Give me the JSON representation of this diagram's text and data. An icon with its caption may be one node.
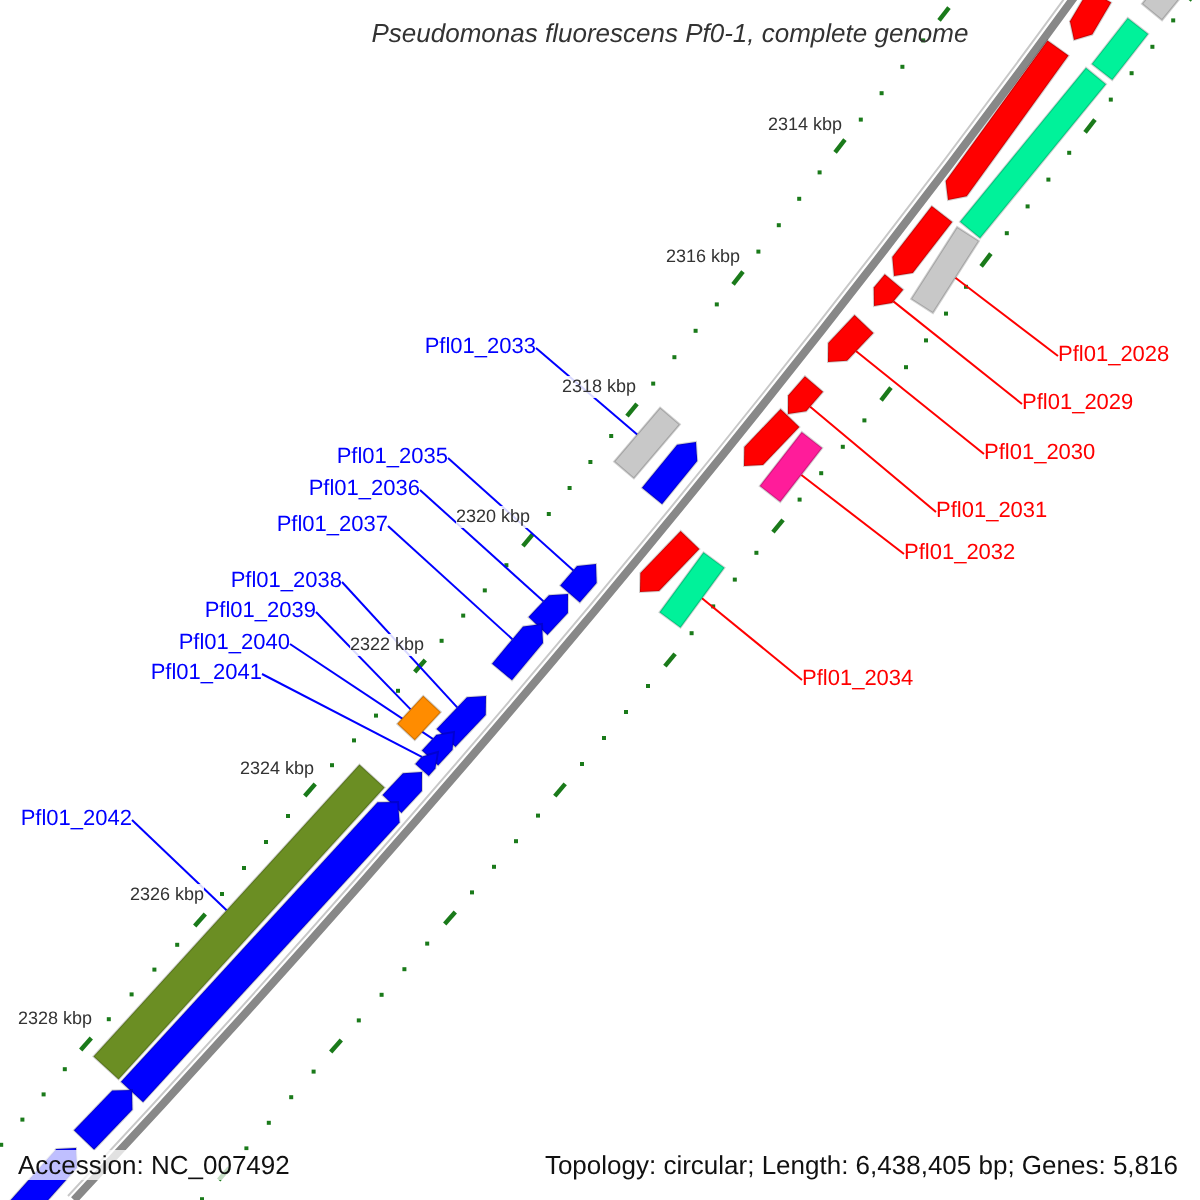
{
  "diagram": {
    "title": "Pseudomonas fluorescens Pf0-1, complete genome",
    "nodes": [
      {
        "text": [
          "Pfl01_2033"
        ]
      },
      {
        "text": [
          "Pfl01_2028"
        ]
      },
      {
        "text": [
          "Pfl01_2029"
        ]
      },
      {
        "text": [
          "Pfl01_2030"
        ]
      },
      {
        "text": [
          "Pfl01_2035"
        ]
      },
      {
        "text": [
          "Pfl01_2036"
        ]
      },
      {
        "text": [
          "Pfl01_2031"
        ]
      },
      {
        "text": [
          "Pfl01_2037"
        ]
      },
      {
        "text": [
          "Pfl01_2032"
        ]
      },
      {
        "text": [
          "Pfl01_2038"
        ]
      },
      {
        "text": [
          "Pfl01_2039"
        ]
      },
      {
        "text": [
          "Pfl01_2040"
        ]
      },
      {
        "text": [
          "Pfl01_2041"
        ]
      },
      {
        "text": [
          "Pfl01_2034"
        ]
      },
      {
        "text": [
          "Pfl01_2042"
        ]
      },
      {
        "text": [],
        "shape": "box"
      },
      {
        "text": [],
        "shape": "arrow"
      },
      {
        "text": [],
        "shape": "box"
      },
      {
        "text": [],
        "shape": "arrow"
      },
      {
        "text": [],
        "shape": "box"
      },
      {
        "text": [],
        "shape": "arrow"
      },
      {
        "text": [],
        "shape": "box"
      },
      {
        "text": [],
        "shape": "arrow"
      },
      {
        "text": [],
        "shape": "arrow"
      },
      {
        "text": [],
        "shape": "arrow"
      },
      {
        "text": [],
        "shape": "box"
      },
      {
        "text": [],
        "shape": "arrow"
      },
      {
        "text": [],
        "shape": "arrow"
      },
      {
        "text": [],
        "shape": "box"
      },
      {
        "text": [],
        "shape": "arrow"
      },
      {
        "text": [],
        "shape": "box"
      },
      {
        "text": [],
        "shape": "arrow"
      },
      {
        "text": [],
        "shape": "arrow"
      },
      {
        "text": [],
        "shape": "arrow"
      },
      {
        "text": [],
        "shape": "arrow"
      },
      {
        "text": [],
        "shape": "box"
      },
      {
        "text": [],
        "shape": "arrow"
      },
      {
        "text": [],
        "shape": "arrow"
      },
      {
        "text": [],
        "shape": "arrow"
      },
      {
        "text": [],
        "shape": "box"
      },
      {
        "text": [],
        "shape": "arrow"
      },
      {
        "text": [],
        "shape": "arrow"
      },
      {
        "text": [],
        "shape": "arrow"
      }
    ],
    "edges": [
      {
        "from": 0,
        "to": 25,
        "arrow": "none"
      },
      {
        "from": 1,
        "to": 21,
        "arrow": "none",
        "color": "#ff0000"
      },
      {
        "from": 2,
        "to": 22,
        "arrow": "none",
        "color": "#ff0000"
      },
      {
        "from": 3,
        "to": 23,
        "arrow": "none",
        "color": "#ff0000"
      },
      {
        "from": 4,
        "to": 31,
        "arrow": "none"
      },
      {
        "from": 5,
        "to": 32,
        "arrow": "none"
      },
      {
        "from": 6,
        "to": 24,
        "arrow": "none",
        "color": "#ff0000"
      },
      {
        "from": 7,
        "to": 33,
        "arrow": "none"
      },
      {
        "from": 8,
        "to": 28,
        "arrow": "none",
        "color": "#ff0000"
      },
      {
        "from": 9,
        "to": 34,
        "arrow": "none"
      },
      {
        "from": 10,
        "to": 35,
        "arrow": "none"
      },
      {
        "from": 11,
        "to": 36,
        "arrow": "none"
      },
      {
        "from": 12,
        "to": 37,
        "arrow": "none"
      },
      {
        "from": 13,
        "to": 30,
        "arrow": "none",
        "color": "#ff0000"
      },
      {
        "from": 14,
        "to": 39,
        "arrow": "none"
      }
    ],
    "labels": [
      "2314 kbp",
      "2316 kbp",
      "2318 kbp",
      "2320 kbp",
      "2322 kbp",
      "2324 kbp",
      "2326 kbp",
      "2328 kbp",
      "Accession: NC_007492",
      "Topology: circular; Length: 6,438,405 bp; Genes: 5,816"
    ]
  }
}
